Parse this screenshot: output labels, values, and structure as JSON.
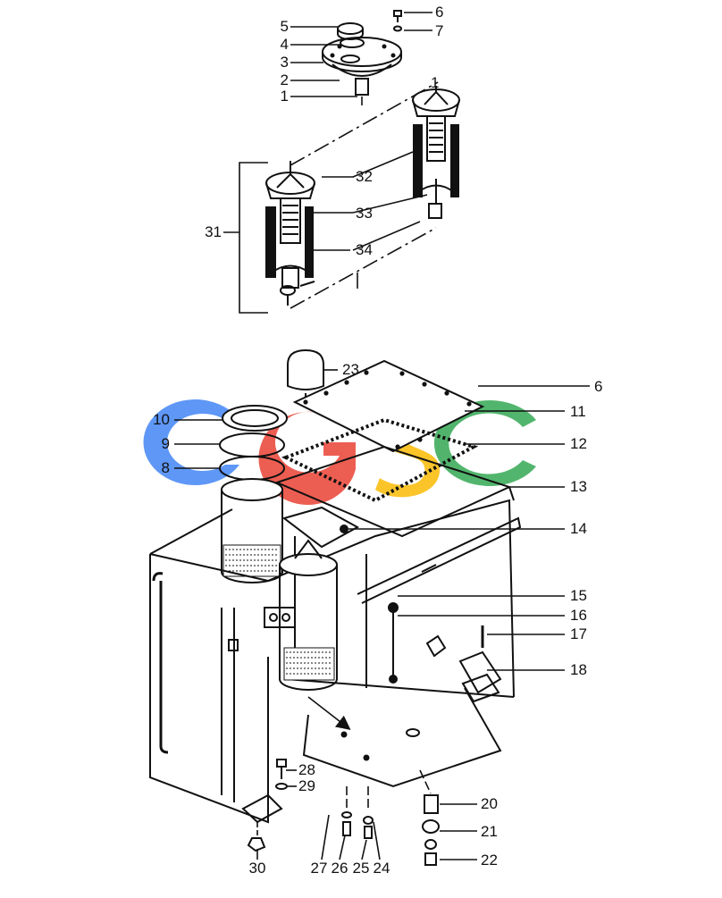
{
  "diagram": {
    "watermark": {
      "text": "GSC",
      "colors": [
        "#4285F4",
        "#EA4335",
        "#FBBC05",
        "#34A853"
      ]
    },
    "callouts": {
      "c1": "1",
      "c1b": "1",
      "c2": "2",
      "c3": "3",
      "c4": "4",
      "c5": "5",
      "c6": "6",
      "c6b": "6",
      "c7": "7",
      "c8": "8",
      "c9": "9",
      "c10": "10",
      "c11": "11",
      "c12": "12",
      "c13": "13",
      "c14": "14",
      "c15": "15",
      "c16": "16",
      "c17": "17",
      "c18": "18",
      "c20": "20",
      "c21": "21",
      "c22": "22",
      "c23": "23",
      "c24": "24",
      "c25": "25",
      "c26": "26",
      "c27": "27",
      "c28": "28",
      "c29": "29",
      "c30": "30",
      "c31": "31",
      "c32": "32",
      "c33": "33",
      "c34": "34"
    }
  }
}
